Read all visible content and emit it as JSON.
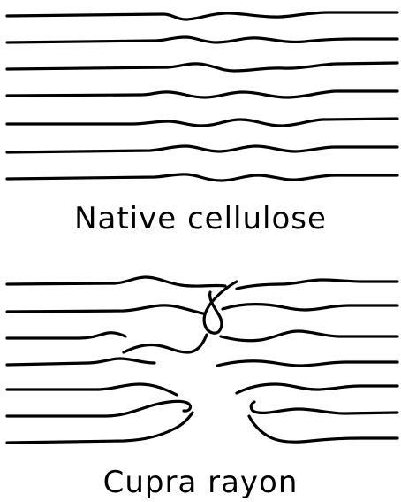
{
  "panels": [
    {
      "id": "native",
      "caption": "Native cellulose",
      "chain_count": 7,
      "arrangement": "parallel, well-ordered chains"
    },
    {
      "id": "cupra",
      "caption": "Cupra rayon",
      "chain_count": 7,
      "arrangement": "chains broken and tangled in the middle region"
    }
  ],
  "colors": {
    "line": "#000000",
    "background": "#ffffff"
  }
}
